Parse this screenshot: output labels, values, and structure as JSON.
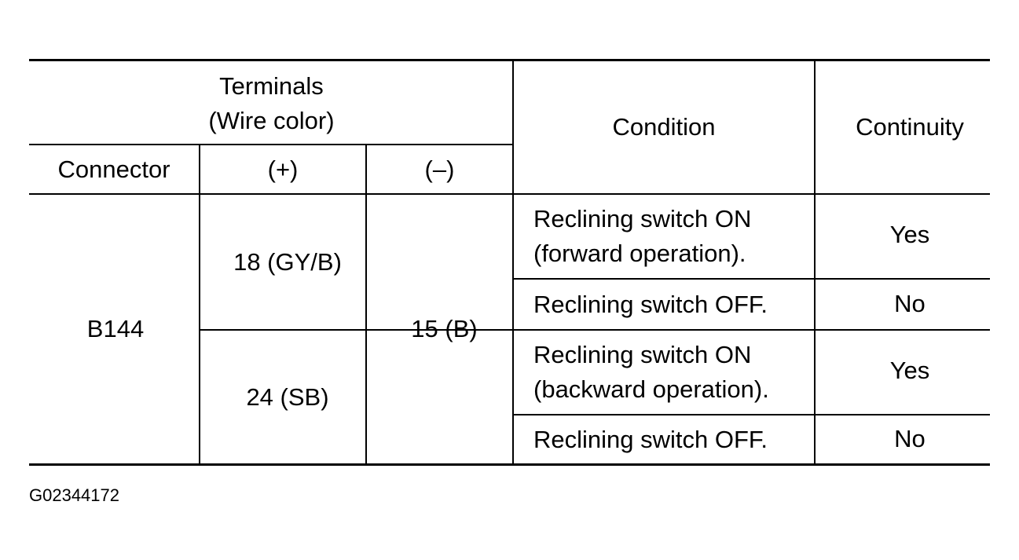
{
  "header": {
    "terminals": "Terminals\n(Wire color)",
    "condition": "Condition",
    "continuity": "Continuity",
    "connector": "Connector",
    "plus": "(+)",
    "minus": "(–)"
  },
  "body": {
    "connector": "B144",
    "negative_terminal": "15 (B)",
    "positive_terminals": [
      "18 (GY/B)",
      "24 (SB)"
    ],
    "rows": [
      {
        "condition": "Reclining switch ON\n(forward operation).",
        "continuity": "Yes"
      },
      {
        "condition": "Reclining switch OFF.",
        "continuity": "No"
      },
      {
        "condition": "Reclining switch ON\n(backward operation).",
        "continuity": "Yes"
      },
      {
        "condition": "Reclining switch OFF.",
        "continuity": "No"
      }
    ]
  },
  "figure_id": "G02344172"
}
